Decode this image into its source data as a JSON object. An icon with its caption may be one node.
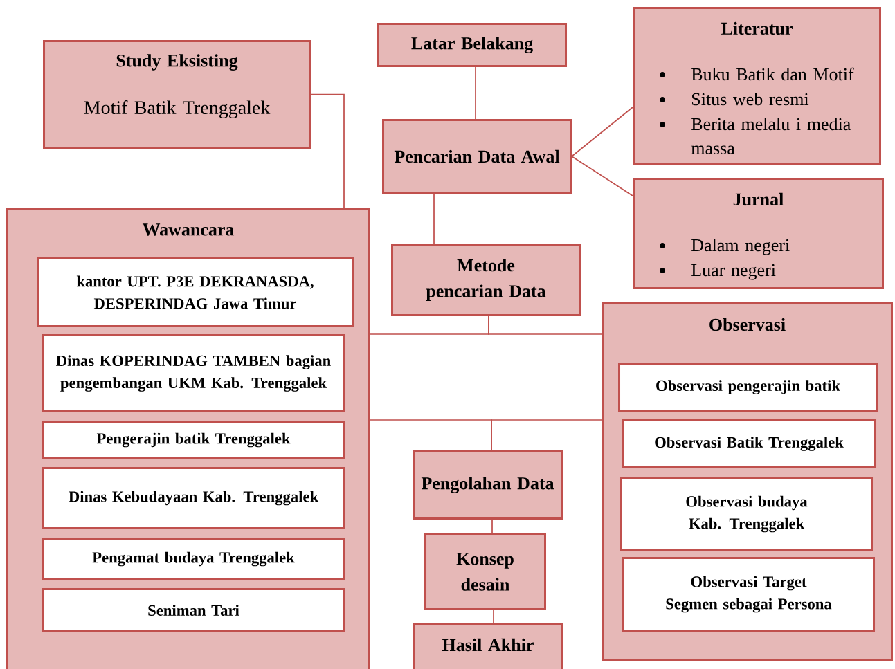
{
  "diagram": {
    "nodes": [
      {
        "text": [
          "Study Eksisting",
          "Motif Batik Trenggalek"
        ]
      },
      {
        "text": [
          "Latar Belakang"
        ]
      },
      {
        "text": [
          "Literatur",
          "Buku Batik dan Motif",
          "Situs web resmi",
          "Berita melalu i media massa"
        ]
      },
      {
        "text": [
          "Pencarian Data Awal"
        ]
      },
      {
        "text": [
          "Jurnal",
          "Dalam negeri",
          "Luar negeri"
        ]
      },
      {
        "text": [
          "Wawancara"
        ]
      },
      {
        "text": [
          "kantor UPT. P3E DEKRANASDA, DESPERINDAG Jawa Timur"
        ],
        "in": 5
      },
      {
        "text": [
          "Dinas KOPERINDAG TAMBEN bagian pengembangan UKM Kab. Trenggalek"
        ],
        "in": 5
      },
      {
        "text": [
          "Pengerajin batik Trenggalek"
        ],
        "in": 5
      },
      {
        "text": [
          "Dinas Kebudayaan Kab. Trenggalek"
        ],
        "in": 5
      },
      {
        "text": [
          "Pengamat budaya Trenggalek"
        ],
        "in": 5
      },
      {
        "text": [
          "Seniman Tari"
        ],
        "in": 5
      },
      {
        "text": [
          "Metode pencarian Data"
        ]
      },
      {
        "text": [
          "Observasi"
        ]
      },
      {
        "text": [
          "Observasi pengerajin batik"
        ],
        "in": 13
      },
      {
        "text": [
          "Observasi Batik Trenggalek"
        ],
        "in": 13
      },
      {
        "text": [
          "Observasi budaya Kab. Trenggalek"
        ],
        "in": 13
      },
      {
        "text": [
          "Observasi Target Segmen sebagai Persona"
        ],
        "in": 13
      },
      {
        "text": [
          "Pengolahan Data"
        ]
      },
      {
        "text": [
          "Konsep desain"
        ]
      },
      {
        "text": [
          "Hasil Akhir"
        ]
      }
    ],
    "edges": [
      {
        "from": 0,
        "to": 5,
        "arrow": "none"
      },
      {
        "from": 1,
        "to": 3,
        "arrow": "none"
      },
      {
        "from": 3,
        "to": 2,
        "arrow": "none"
      },
      {
        "from": 3,
        "to": 4,
        "arrow": "none"
      },
      {
        "from": 3,
        "to": 12,
        "arrow": "none"
      },
      {
        "from": 12,
        "to": 5,
        "arrow": "none"
      },
      {
        "from": 12,
        "to": 13,
        "arrow": "none"
      },
      {
        "from": 5,
        "to": 18,
        "arrow": "none"
      },
      {
        "from": 13,
        "to": 18,
        "arrow": "none"
      },
      {
        "from": 18,
        "to": 19,
        "arrow": "none"
      },
      {
        "from": 19,
        "to": 20,
        "arrow": "none"
      }
    ]
  }
}
